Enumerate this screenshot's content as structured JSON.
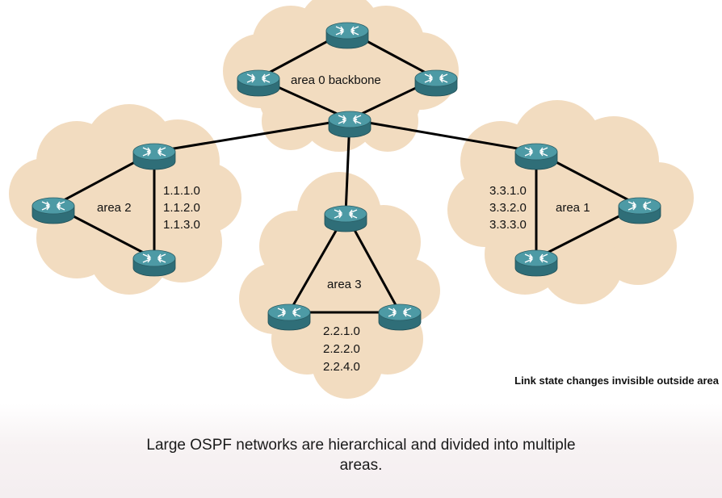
{
  "diagram": {
    "areas": [
      {
        "id": "area0",
        "label": "area 0 backbone",
        "networks": []
      },
      {
        "id": "area2",
        "label": "area 2",
        "networks": [
          "1.1.1.0",
          "1.1.2.0",
          "1.1.3.0"
        ]
      },
      {
        "id": "area3",
        "label": "area 3",
        "networks": [
          "2.2.1.0",
          "2.2.2.0",
          "2.2.4.0"
        ]
      },
      {
        "id": "area1",
        "label": "area 1",
        "networks": [
          "3.3.1.0",
          "3.3.2.0",
          "3.3.3.0"
        ]
      }
    ],
    "note": "Link state changes invisible outside area",
    "caption_line1": "Large OSPF networks are hierarchical and divided into multiple",
    "caption_line2": "areas.",
    "colors": {
      "cloud": "#f2dcc0",
      "router_top": "#4d9aa5",
      "router_side": "#2f6e78",
      "link": "#000000",
      "text": "#111111"
    }
  }
}
